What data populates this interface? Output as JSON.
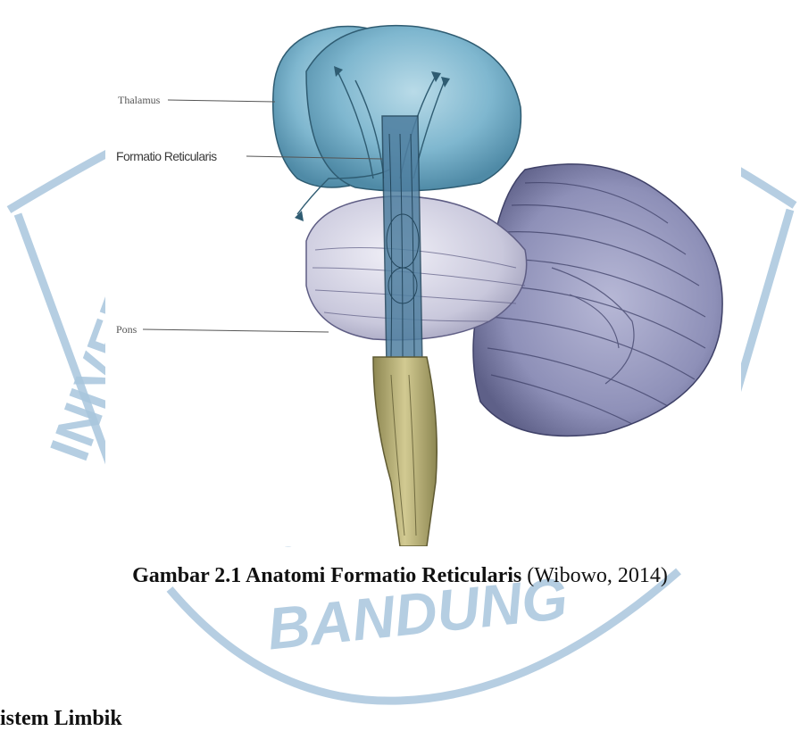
{
  "figure": {
    "labels": {
      "thalamus": "Thalamus",
      "formatio": "Formatio Reticularis",
      "pons": "Pons"
    }
  },
  "caption": {
    "bold": "Gambar 2.1 Anatomi Formatio Reticularis",
    "citation": " (Wibowo, 2014)"
  },
  "watermark": {
    "text": "BANDUNG",
    "color": "#6fa0c6"
  },
  "section": {
    "heading": "istem Limbik"
  },
  "colors": {
    "thalamus": "#7fb7cf",
    "cerebellum": "#8e90b8",
    "pons": "#c9c8dc",
    "spinal": "#b8b07a"
  }
}
